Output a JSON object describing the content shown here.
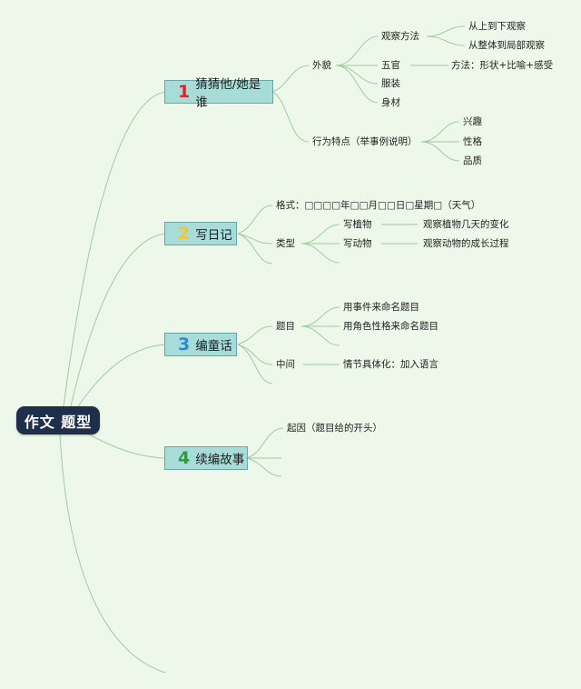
{
  "root": {
    "label": "作文 题型"
  },
  "topics": [
    {
      "num": "1",
      "label": "猜猜他/她是谁",
      "num_color": "#d8262b"
    },
    {
      "num": "2",
      "label": "写日记",
      "num_color": "#f2c531"
    },
    {
      "num": "3",
      "label": "编童话",
      "num_color": "#2b8ad1"
    },
    {
      "num": "4",
      "label": "续编故事",
      "num_color": "#2e9e36"
    }
  ],
  "t1": {
    "waimao": "外貌",
    "guancha": "观察方法",
    "guancha_a": "从上到下观察",
    "guancha_b": "从整体到局部观察",
    "wuguan": "五官",
    "wuguan_method": "方法：形状+比喻+感受",
    "fuzhuang": "服装",
    "shencai": "身材",
    "xingwei": "行为特点（举事例说明）",
    "xingqu": "兴趣",
    "xingge": "性格",
    "pinzhi": "品质"
  },
  "t2": {
    "geshi": "格式：□□□□年□□月□□日□星期□（天气）",
    "leixing": "类型",
    "zhiwu": "写植物",
    "zhiwu_desc": "观察植物几天的变化",
    "dongwu": "写动物",
    "dongwu_desc": "观察动物的成长过程"
  },
  "t3": {
    "timu": "题目",
    "timu_a": "用事件来命名题目",
    "timu_b": "用角色性格来命名题目",
    "zhongjian": "中间",
    "zhongjian_desc": "情节具体化：加入语言"
  },
  "t4": {
    "qiyin": "起因（题目给的开头）"
  },
  "colors": {
    "background": "#eef8ea",
    "line": "#9fcca0",
    "root": "#1d2f4b",
    "topic_fill": "#a7dcd9"
  }
}
